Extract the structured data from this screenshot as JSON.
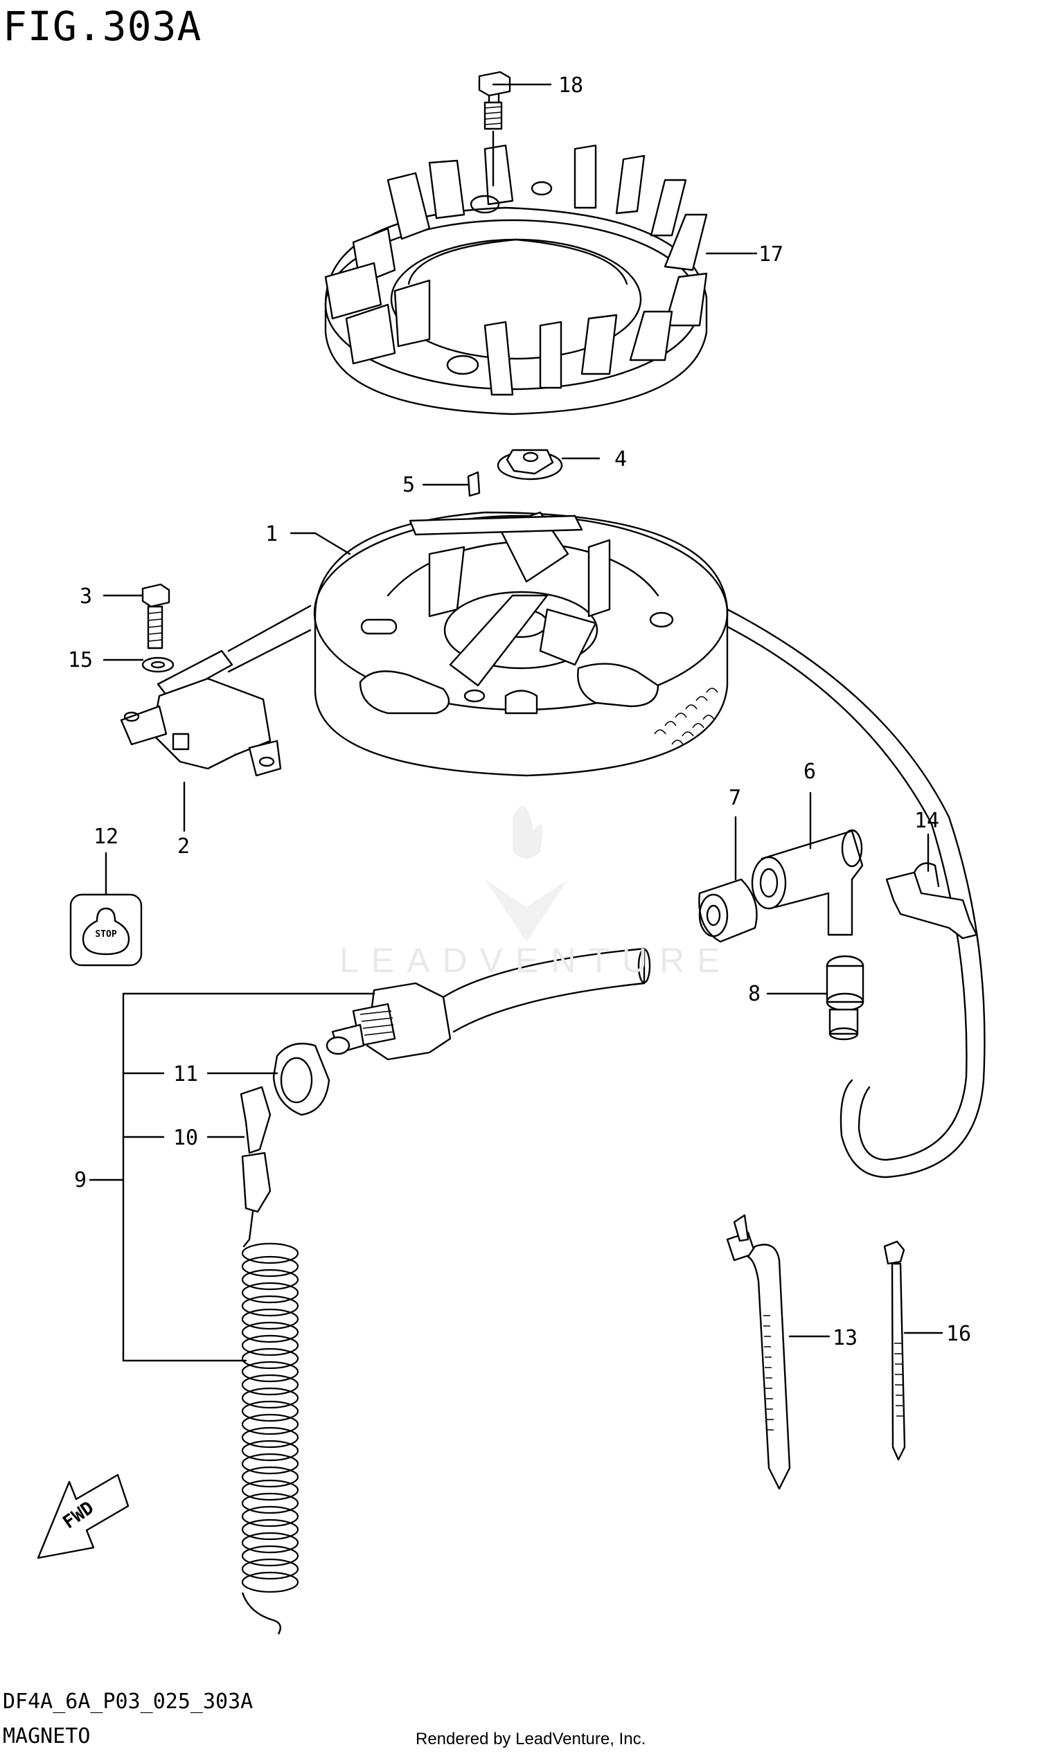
{
  "figure": {
    "title": "FIG.303A",
    "diagram_code": "DF4A_6A_P03_025_303A",
    "name": "MAGNETO",
    "credit": "Rendered by LeadVenture, Inc.",
    "watermark": "LEADVENTURE"
  },
  "callouts": {
    "c1": "1",
    "c2": "2",
    "c3": "3",
    "c4": "4",
    "c5": "5",
    "c6": "6",
    "c7": "7",
    "c8": "8",
    "c9": "9",
    "c10": "10",
    "c11": "11",
    "c12": "12",
    "c13": "13",
    "c14": "14",
    "c15": "15",
    "c16": "16",
    "c17": "17",
    "c18": "18"
  },
  "decal_text": "STOP",
  "direction_text": "FWD"
}
